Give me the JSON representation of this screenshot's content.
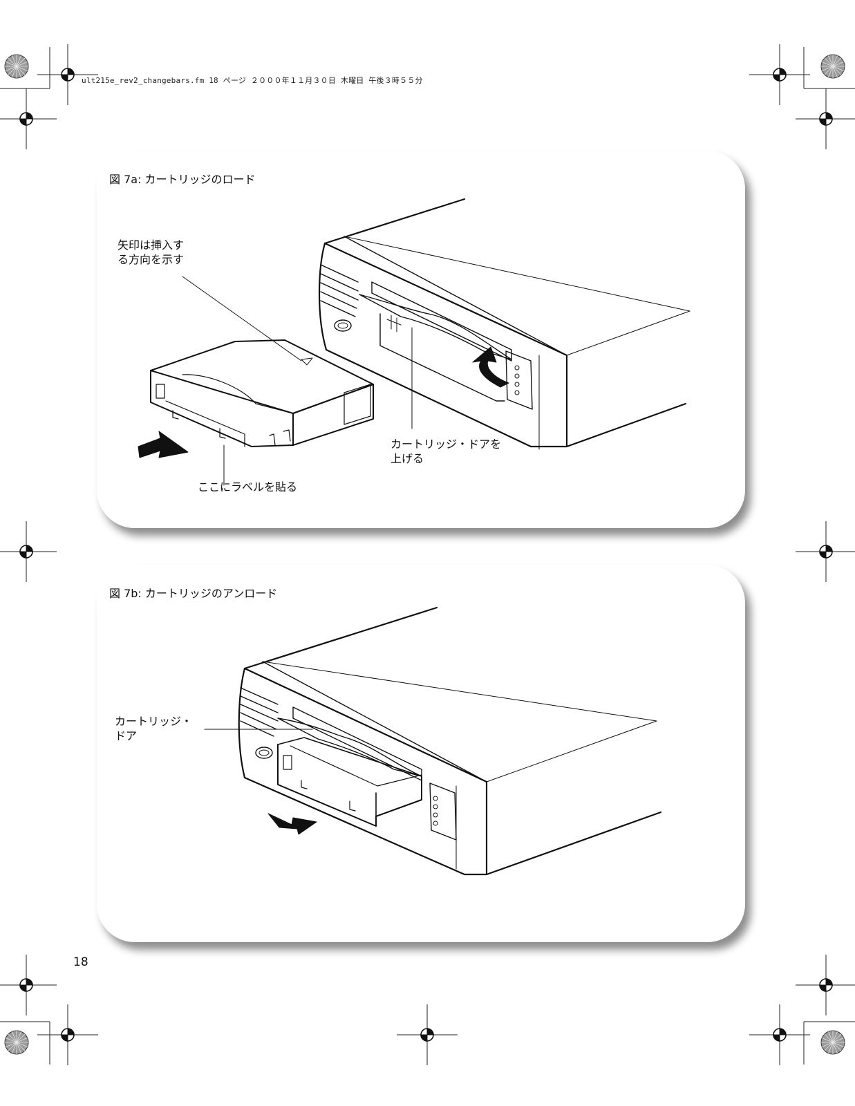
{
  "print_header": "ult215e_rev2_changebars.fm  18 ページ  ２０００年１１月３０日  木曜日  午後３時５５分",
  "figure_a": {
    "title": "図 7a: カートリッジのロード",
    "callout_arrow": [
      "矢印は挿入す",
      "る方向を示す"
    ],
    "callout_door": [
      "カートリッジ・ドアを",
      "上げる"
    ],
    "callout_label": "ここにラベルを貼る"
  },
  "figure_b": {
    "title": "図 7b: カートリッジのアンロード",
    "callout_door": [
      "カートリッジ・",
      "ドア"
    ]
  },
  "page_number": "18"
}
